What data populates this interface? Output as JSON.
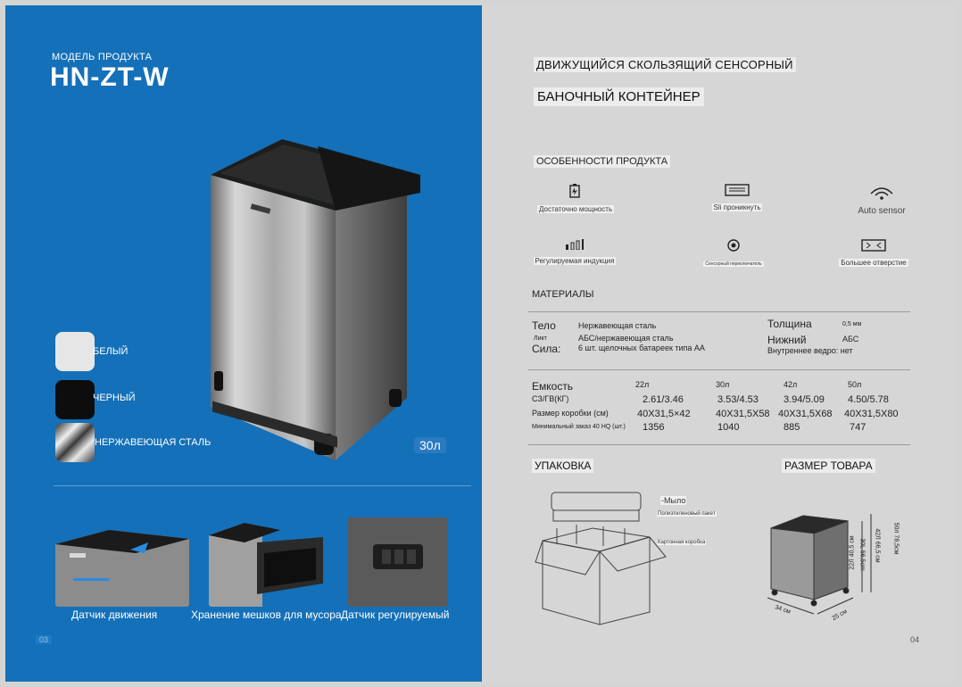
{
  "left": {
    "model_label": "МОДЕЛЬ ПРОДУКТА",
    "model_name": "HN-ZT-W",
    "colors": [
      {
        "label": "БЕЛЫЙ",
        "swatch": "#e6e6e6"
      },
      {
        "label": "ЧЕРНЫЙ",
        "swatch": "#0d0d0d"
      },
      {
        "label": "НЕРЖАВЕЮЩАЯ СТАЛЬ",
        "swatch": "steel"
      }
    ],
    "capacity_tag": "30л",
    "thumbnails": [
      {
        "caption": "Датчик движения"
      },
      {
        "caption": "Хранение мешков для мусора"
      },
      {
        "caption": "Датчик регулируемый"
      }
    ],
    "page_number": "03",
    "background": "#1470b8"
  },
  "right": {
    "title_line1": "ДВИЖУЩИЙСЯ СКОЛЬЗЯЩИЙ СЕНСОРНЫЙ",
    "title_line2": "БАНОЧНЫЙ КОНТЕЙНЕР",
    "features_heading": "ОСОБЕННОСТИ ПРОДУКТА",
    "features": [
      {
        "icon": "battery-icon",
        "label": "Достаточно мощность"
      },
      {
        "icon": "sliding-icon",
        "label": "Sli проникнуть"
      },
      {
        "icon": "wifi-sensor-icon",
        "label": "Auto sensor"
      },
      {
        "icon": "signal-bars-icon",
        "label": "Регулируемая индукция"
      },
      {
        "icon": "target-icon",
        "label": "Сенсорный переключатель"
      },
      {
        "icon": "opening-icon",
        "label": "Большее отверстие"
      }
    ],
    "materials": {
      "heading": "МАТЕРИАЛЫ",
      "body_label": "Тело",
      "body_value": "Нержавеющая сталь",
      "lid_label": "Ликт",
      "lid_value": "АБС/нержавеющая сталь",
      "power_label": "Сила:",
      "power_value": "6 шт. щелочных батареек типа AA",
      "thickness_label": "Толщина",
      "thickness_value": "0,5 мм",
      "bottom_label": "Нижний",
      "bottom_value": "АБС",
      "inner_bucket": "Внутреннее ведро: нет"
    },
    "specs": {
      "capacity_label": "Емкость",
      "weight_label": "СЗ/ГВ(КГ)",
      "box_label": "Размер коробки (см)",
      "moq_label": "Минимальный заказ 40 HQ (шт.)",
      "columns": [
        {
          "capacity": "22л",
          "weight": "2.61/3.46",
          "box": "40X31,5×42",
          "moq": "1356"
        },
        {
          "capacity": "30л",
          "weight": "3.53/4.53",
          "box": "40X31,5X58",
          "moq": "1040"
        },
        {
          "capacity": "42л",
          "weight": "3.94/5.09",
          "box": "40X31,5X68",
          "moq": "885"
        },
        {
          "capacity": "50л",
          "weight": "4.50/5.78",
          "box": "40X31,5X80",
          "moq": "747"
        }
      ]
    },
    "packaging_heading": "УПАКОВКА",
    "packaging_labels": [
      "-Мыло",
      "Полиэтиленовый пакет",
      "Картонная коробка"
    ],
    "size_heading": "РАЗМЕР ТОВАРА",
    "size_labels": [
      "34 см",
      "25 см",
      "22Л 40,5 см",
      "30L 56,5cm",
      "42Л 66,5 см",
      "50л 78,5см"
    ],
    "page_number": "04"
  }
}
